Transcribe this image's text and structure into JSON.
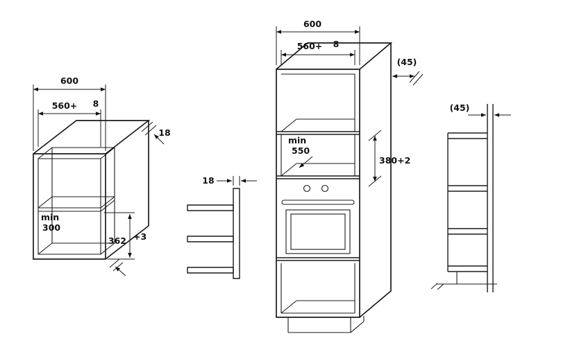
{
  "diagram": {
    "left": {
      "total_width": "600",
      "inner_width": "560+",
      "width_tol": "8",
      "panel_thickness": "18",
      "min_label": "min",
      "min_height": "300",
      "niche_height": "362",
      "niche_tol": "+3"
    },
    "middle": {
      "panel_thickness": "18"
    },
    "tall": {
      "total_width": "600",
      "inner_width": "560+",
      "width_tol": "8",
      "rear_gap": "(45)",
      "min_label": "min",
      "min_depth": "550",
      "niche_height": "380+2"
    },
    "right": {
      "rear_gap": "(45)"
    }
  }
}
